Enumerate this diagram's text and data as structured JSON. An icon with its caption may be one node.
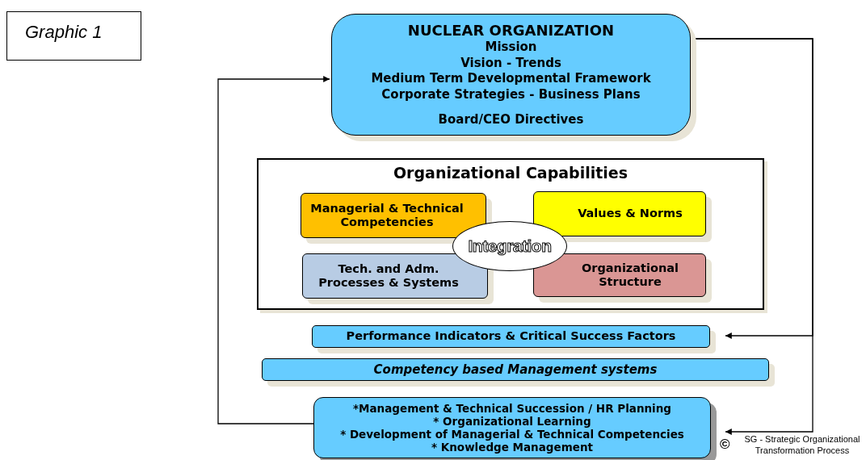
{
  "diagram": {
    "nodes": [
      {
        "text": [
          "Graphic 1"
        ]
      },
      {
        "text": [
          "NUCLEAR ORGANIZATION",
          "Mission",
          "Vision - Trends",
          "Medium Term Developmental Framework",
          "Corporate Strategies - Business Plans",
          "Board/CEO Directives"
        ]
      },
      {
        "text": [
          "Organizational Capabilities"
        ]
      },
      {
        "text": [
          "Managerial & Technical Competencies"
        ],
        "in": 2
      },
      {
        "text": [
          "Values & Norms"
        ],
        "in": 2
      },
      {
        "text": [
          "Tech. and Adm. Processes & Systems"
        ],
        "in": 2
      },
      {
        "text": [
          "Organizational Structure"
        ],
        "in": 2
      },
      {
        "text": [
          "Integration"
        ],
        "in": 2
      },
      {
        "text": [
          "Performance Indicators & Critical Success Factors"
        ]
      },
      {
        "text": [
          "Competency based Management systems"
        ]
      },
      {
        "text": [
          "*Management & Technical Succession / HR Planning",
          "* Organizational Learning",
          "* Development of Managerial & Technical Competencies",
          "* Knowledge Management"
        ]
      }
    ],
    "edges": [
      {
        "from": 10,
        "to": 1,
        "arrow": "to"
      },
      {
        "from": 1,
        "to": 8,
        "arrow": "to"
      },
      {
        "from": 1,
        "to": 10,
        "arrow": "to"
      }
    ],
    "labels": [
      "©",
      "SG - Strategic Organizational Transformation Process"
    ]
  }
}
